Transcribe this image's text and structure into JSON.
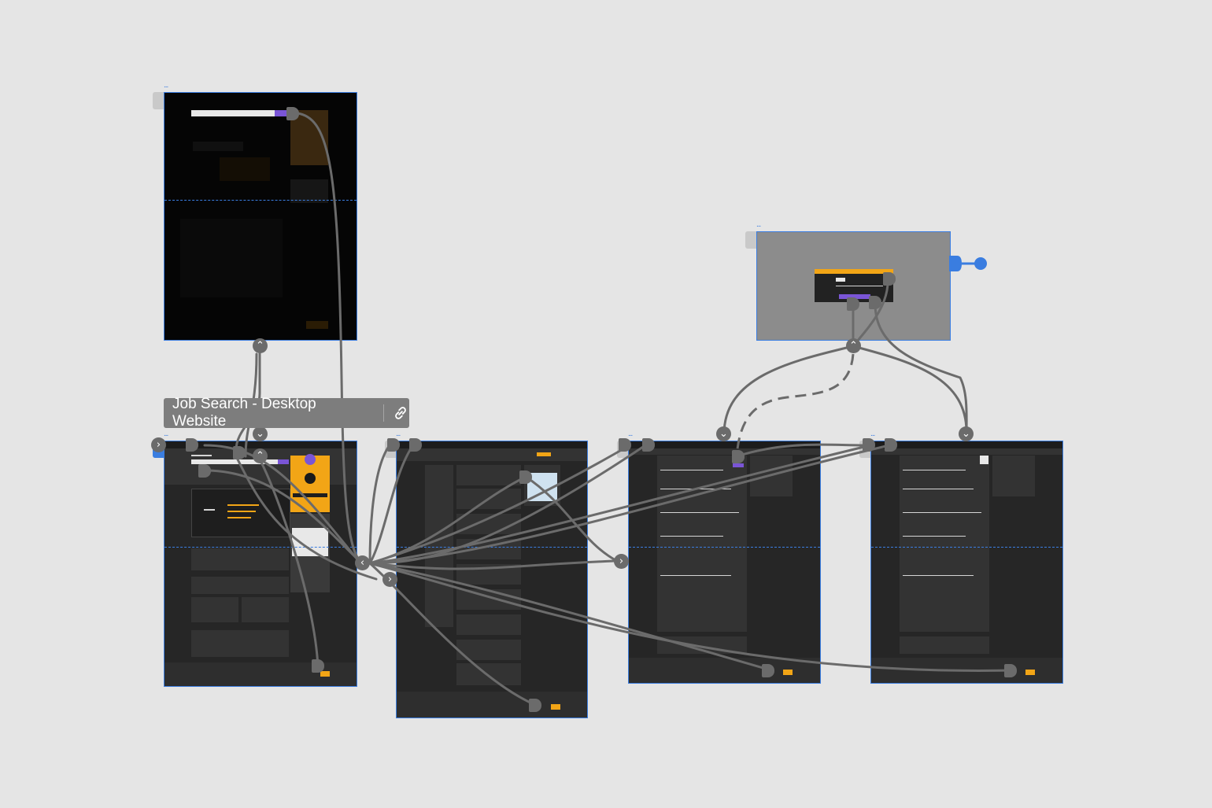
{
  "canvas": {
    "background": "#e5e5e5",
    "accent": "#3a7de0",
    "wire_color": "#6b6b6b"
  },
  "selected_artboard": {
    "title": "Job Search - Desktop Website",
    "link_icon": "link-icon"
  },
  "artboards": [
    {
      "id": "modal-search",
      "dots": "..."
    },
    {
      "id": "job-search-desktop",
      "dots": "..."
    },
    {
      "id": "job-results",
      "dots": "..."
    },
    {
      "id": "job-detail-a",
      "dots": "..."
    },
    {
      "id": "job-detail-b",
      "dots": "..."
    },
    {
      "id": "overlay-dialog",
      "dots": "..."
    }
  ],
  "icons": {
    "chevron_up": "chevron-up-icon",
    "chevron_down": "chevron-down-icon",
    "chevron_left": "chevron-left-icon",
    "chevron_right": "chevron-right-icon"
  },
  "glyphs": {
    "up": "⌃",
    "down": "⌄",
    "left": "‹",
    "right": "›"
  }
}
